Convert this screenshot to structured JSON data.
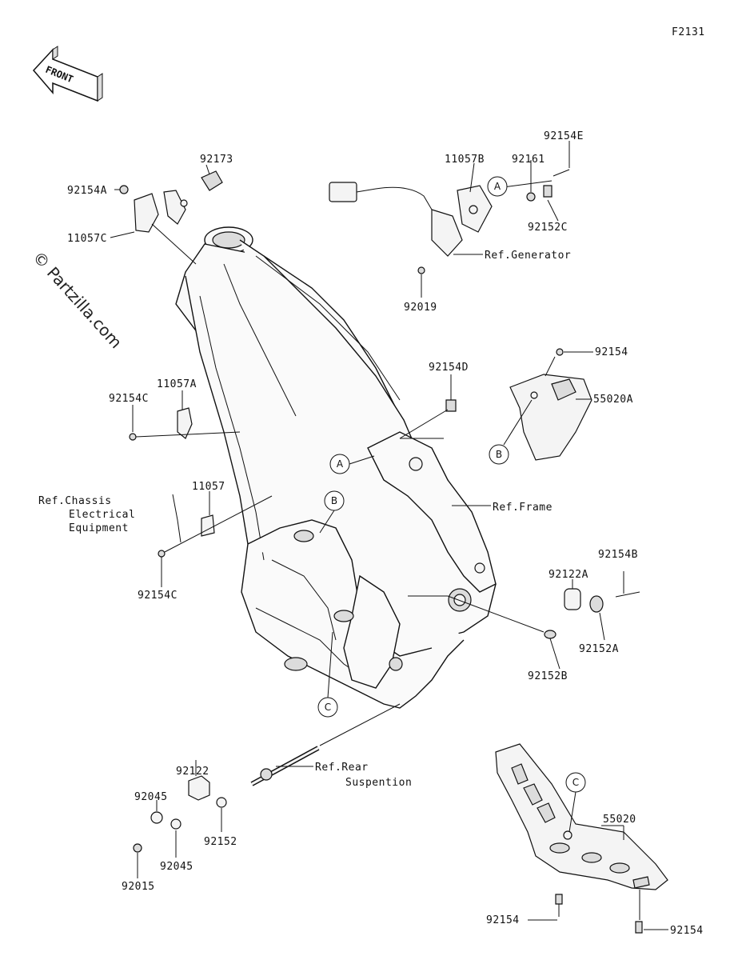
{
  "diagram_code": "F2131",
  "front_label": "FRONT",
  "watermark": "© Partzilla.com",
  "parts": {
    "p92173": "92173",
    "p92154A": "92154A",
    "p11057C": "11057C",
    "p11057B": "11057B",
    "p92161": "92161",
    "p92154E": "92154E",
    "p92152C": "92152C",
    "p92019": "92019",
    "p92154D": "92154D",
    "p92154_top": "92154",
    "p55020A": "55020A",
    "p11057A": "11057A",
    "p92154C_top": "92154C",
    "p11057": "11057",
    "p92154C_bot": "92154C",
    "p92154B": "92154B",
    "p92122A": "92122A",
    "p92152A": "92152A",
    "p92152B": "92152B",
    "p92122": "92122",
    "p92045_top": "92045",
    "p92045_bot": "92045",
    "p92152": "92152",
    "p92015": "92015",
    "p55020": "55020",
    "p92154_bl": "92154",
    "p92154_br": "92154"
  },
  "references": {
    "generator": "Ref.Generator",
    "frame": "Ref.Frame",
    "chassis_line1": "Ref.Chassis",
    "chassis_line2": "Electrical",
    "chassis_line3": "Equipment",
    "rear_line1": "Ref.Rear",
    "rear_line2": "Suspention"
  },
  "callouts": {
    "a": "A",
    "b": "B",
    "c": "C"
  }
}
